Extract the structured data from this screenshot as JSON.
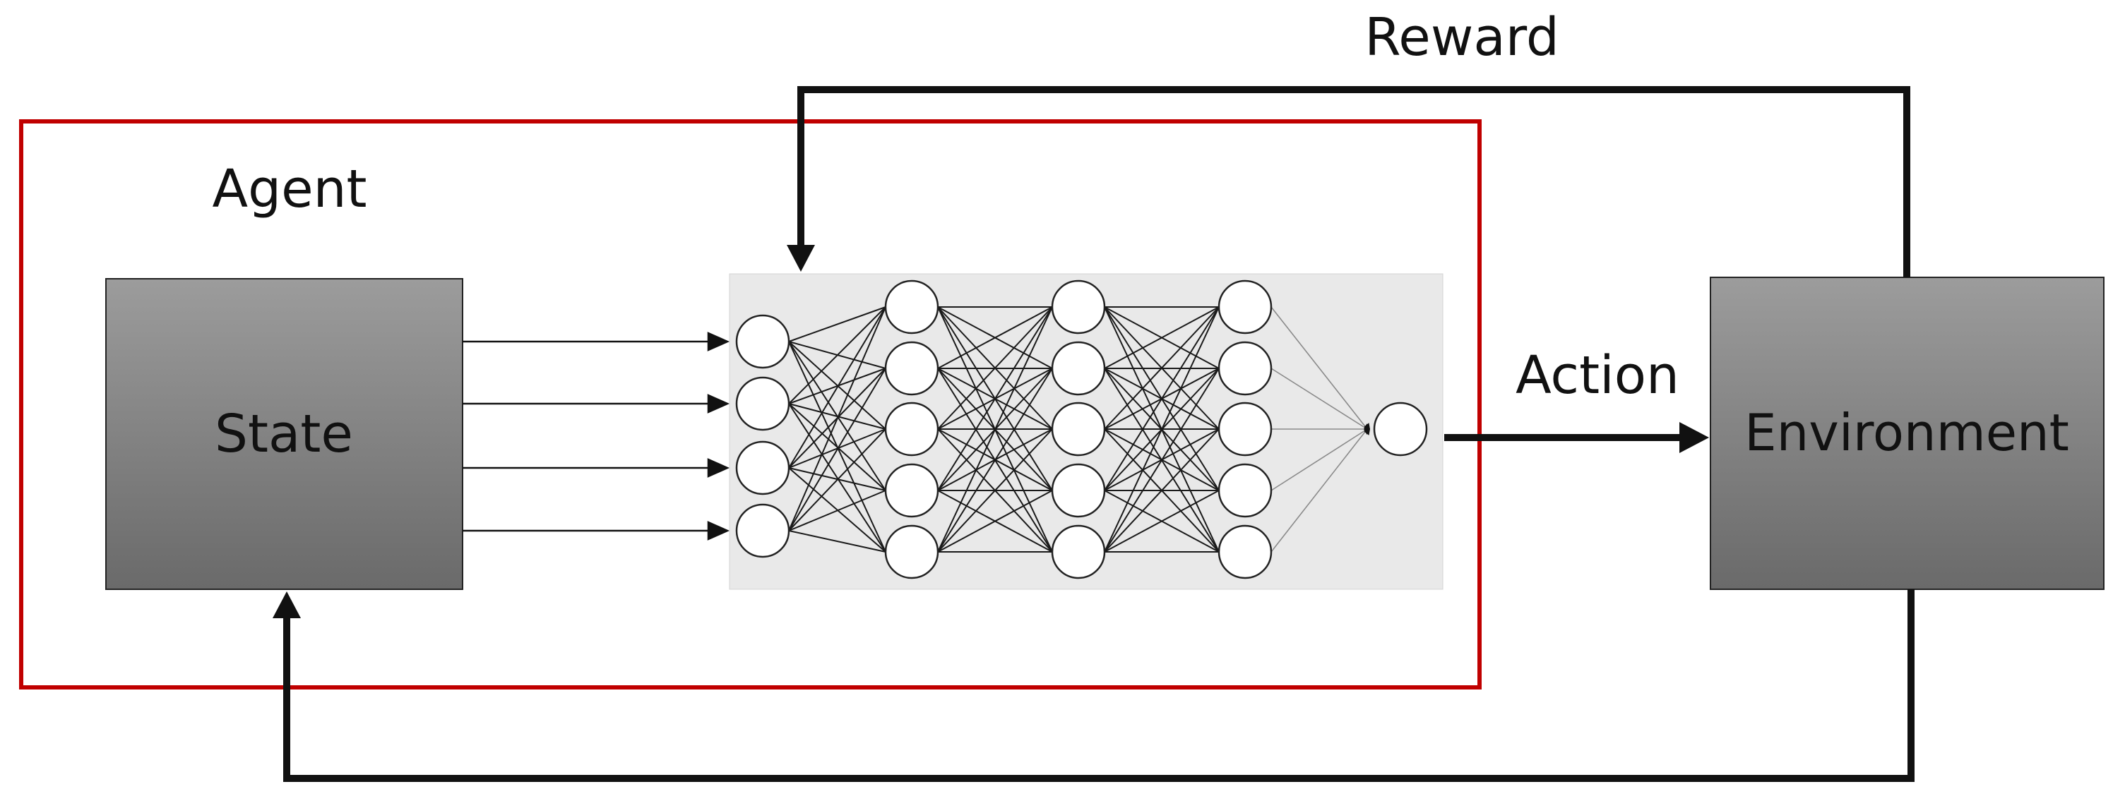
{
  "labels": {
    "reward": "Reward",
    "agent": "Agent",
    "state": "State",
    "action": "Action",
    "environment": "Environment"
  },
  "network": {
    "layers": [
      4,
      5,
      5,
      5,
      1
    ]
  },
  "colors": {
    "agent_border": "#c00000",
    "box_top": "#9c9c9c",
    "box_bottom": "#6a6a6a",
    "network_bg": "#e9e9e9",
    "arrow": "#111111"
  }
}
